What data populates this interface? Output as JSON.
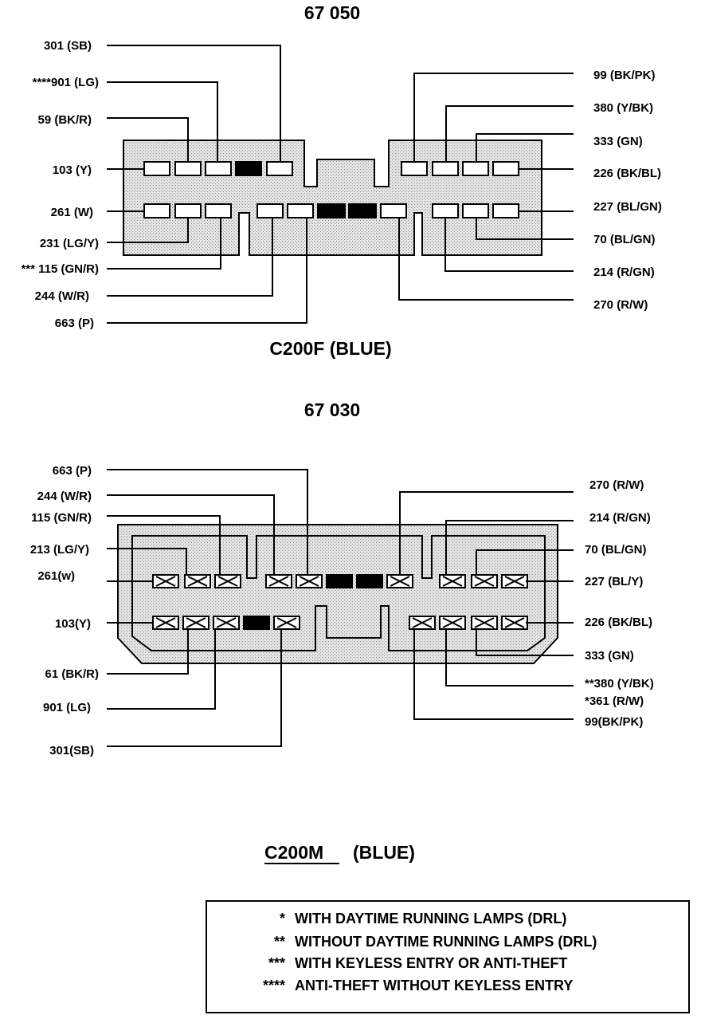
{
  "top_connector": {
    "part_number": "67 050",
    "name": "C200F (BLUE)",
    "left_labels": [
      {
        "text": "301 (SB)"
      },
      {
        "text": "****901 (LG)"
      },
      {
        "text": "59 (BK/R)"
      },
      {
        "text": "103 (Y)"
      },
      {
        "text": "261 (W)"
      },
      {
        "text": "231 (LG/Y)"
      },
      {
        "text": "*** 115 (GN/R)"
      },
      {
        "text": "244 (W/R)"
      },
      {
        "text": "663 (P)"
      }
    ],
    "right_labels": [
      {
        "text": "99 (BK/PK)"
      },
      {
        "text": "380 (Y/BK)"
      },
      {
        "text": "333 (GN)"
      },
      {
        "text": "226 (BK/BL)"
      },
      {
        "text": "227 (BL/GN)"
      },
      {
        "text": "70 (BL/GN)"
      },
      {
        "text": "214 (R/GN)"
      },
      {
        "text": "270 (R/W)"
      }
    ]
  },
  "bottom_connector": {
    "part_number": "67 030",
    "name_main": "C200M",
    "name_color": "(BLUE)",
    "left_labels": [
      {
        "text": "663 (P)"
      },
      {
        "text": "244 (W/R)"
      },
      {
        "text": "115 (GN/R)"
      },
      {
        "text": "213 (LG/Y)"
      },
      {
        "text": "261(w)"
      },
      {
        "text": "103(Y)"
      },
      {
        "text": "61 (BK/R)"
      },
      {
        "text": "901 (LG)"
      },
      {
        "text": "301(SB)"
      }
    ],
    "right_labels": [
      {
        "text": "270 (R/W)"
      },
      {
        "text": "214 (R/GN)"
      },
      {
        "text": "70 (BL/GN)"
      },
      {
        "text": "227 (BL/Y)"
      },
      {
        "text": "226 (BK/BL)"
      },
      {
        "text": "333 (GN)"
      },
      {
        "text": "**380 (Y/BK)"
      },
      {
        "text": "*361 (R/W)"
      },
      {
        "text": "99(BK/PK)"
      }
    ]
  },
  "legend": [
    {
      "mark": "*",
      "text": "WITH DAYTIME RUNNING LAMPS (DRL)"
    },
    {
      "mark": "**",
      "text": "WITHOUT DAYTIME RUNNING LAMPS (DRL)"
    },
    {
      "mark": "***",
      "text": "WITH KEYLESS ENTRY OR ANTI-THEFT"
    },
    {
      "mark": "****",
      "text": "ANTI-THEFT WITHOUT KEYLESS ENTRY"
    }
  ]
}
